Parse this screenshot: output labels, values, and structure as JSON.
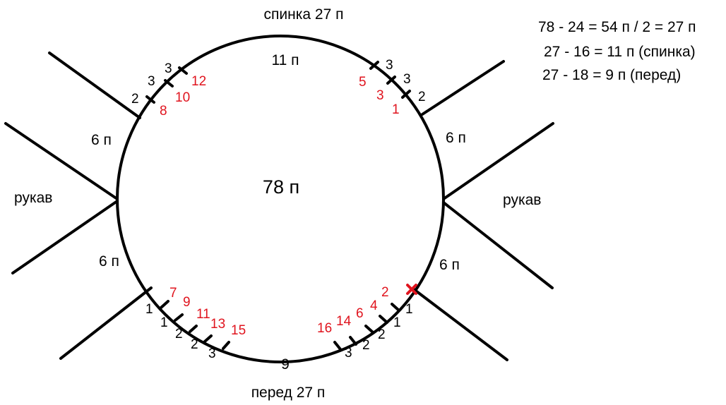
{
  "labels": {
    "top": "спинка 27 п",
    "bottom": "перед 27 п",
    "center": "78 п",
    "sleeve_left": "рукав",
    "sleeve_right": "рукав",
    "back_segment": "11 п",
    "front_segment": "9",
    "seg_upper_left": "6 п",
    "seg_upper_right": "6 п",
    "seg_lower_left": "6 п",
    "seg_lower_right": "6 п"
  },
  "formulas": [
    "78 - 24 = 54 п / 2 = 27 п",
    "27 - 16 = 11 п (спинка)",
    "27 - 18 = 9 п (перед)"
  ],
  "counts": {
    "upper_left": {
      "black": [
        "3",
        "3",
        "2"
      ],
      "red": [
        "12",
        "10",
        "8"
      ]
    },
    "upper_right": {
      "black": [
        "3",
        "3",
        "2"
      ],
      "red": [
        "5",
        "3",
        "1"
      ]
    },
    "lower_left": {
      "black": [
        "1",
        "1",
        "2",
        "2",
        "3"
      ],
      "red": [
        "7",
        "9",
        "11",
        "13",
        "15"
      ]
    },
    "lower_right": {
      "black": [
        "1",
        "1",
        "2",
        "2",
        "3"
      ],
      "red": [
        "2",
        "4",
        "6",
        "14",
        "16"
      ]
    }
  },
  "colors": {
    "line": "#000000",
    "marker_red": "#e0141e",
    "background": "#ffffff"
  }
}
